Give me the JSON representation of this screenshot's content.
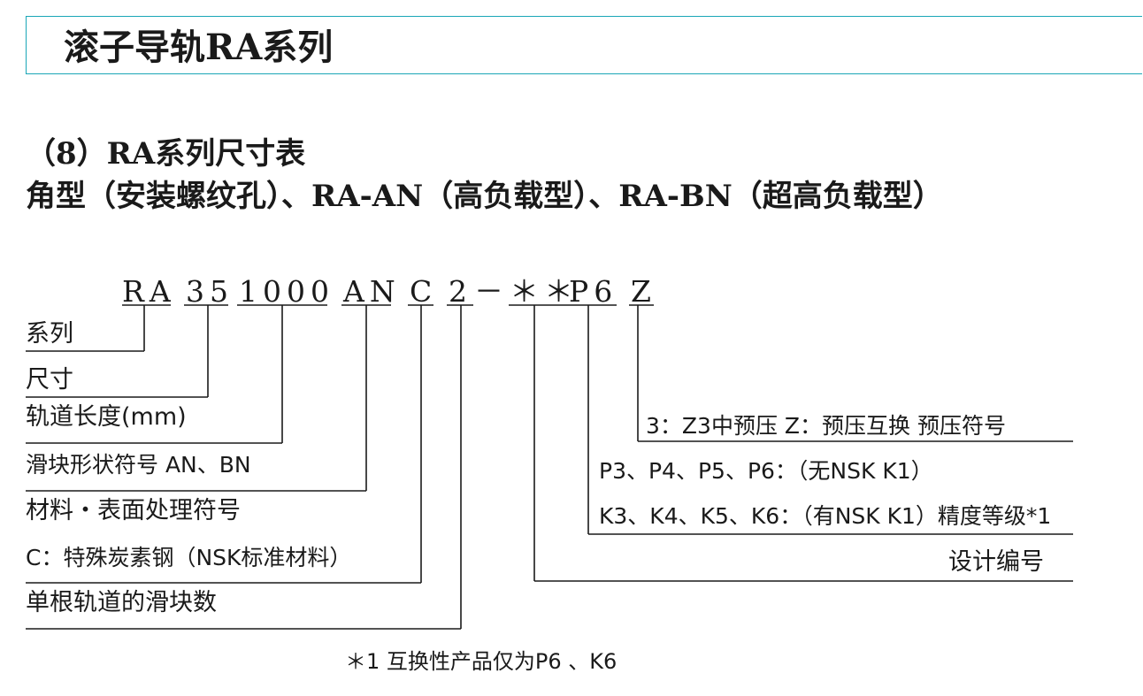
{
  "header": {
    "title": "滚子导轨RA系列"
  },
  "section": {
    "heading": "（8）RA系列尺寸表",
    "subheading": "角型（安装螺纹孔）、RA-AN（高负载型）、RA-BN（超高负载型）"
  },
  "code": {
    "series": "RA",
    "size": "35",
    "length": "1000",
    "shape": "AN",
    "material": "C",
    "count": "2",
    "dash": "－",
    "design": "＊＊",
    "accuracy": "P6",
    "preload": "Z"
  },
  "labels": {
    "series": "系列",
    "size": "尺寸",
    "length": "轨道长度(mm)",
    "shape": "滑块形状符号  AN、BN",
    "material": "材料・表面处理符号",
    "material_c": "C：特殊炭素钢（NSK标准材料）",
    "count": "单根轨道的滑块数",
    "preload": "3：Z3中预压  Z：预压互换  预压符号",
    "accuracy_p": "P3、P4、P5、P6：（无NSK K1）",
    "accuracy_k": "K3、K4、K5、K6：（有NSK K1）精度等级*1",
    "design": "设计编号"
  },
  "footnote": "＊1 互换性产品仅为P6 、K6"
}
